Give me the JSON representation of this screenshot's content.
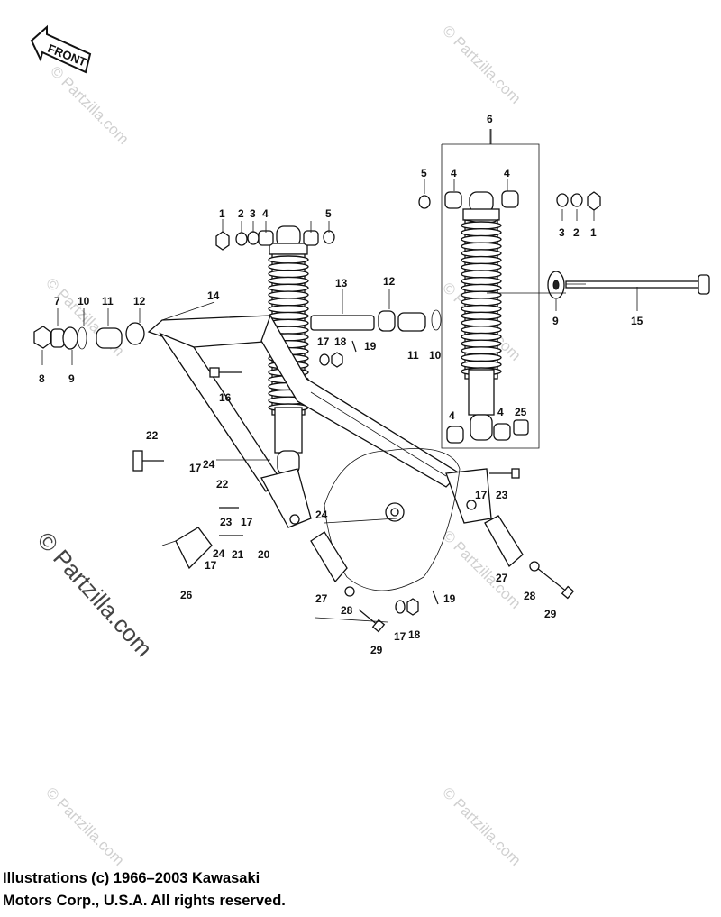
{
  "front_arrow": {
    "label": "FRONT"
  },
  "watermark": {
    "text": "© Partzilla.com"
  },
  "callouts": [
    {
      "id": "c6",
      "text": "6"
    },
    {
      "id": "c5a",
      "text": "5"
    },
    {
      "id": "c4a",
      "text": "4"
    },
    {
      "id": "c4b",
      "text": "4"
    },
    {
      "id": "c3a",
      "text": "3"
    },
    {
      "id": "c2a",
      "text": "2"
    },
    {
      "id": "c1a",
      "text": "1"
    },
    {
      "id": "c1b",
      "text": "1"
    },
    {
      "id": "c2b",
      "text": "2"
    },
    {
      "id": "c3b",
      "text": "3"
    },
    {
      "id": "c4c",
      "text": "4"
    },
    {
      "id": "c5b",
      "text": "5"
    },
    {
      "id": "c7",
      "text": "7"
    },
    {
      "id": "c10a",
      "text": "10"
    },
    {
      "id": "c11a",
      "text": "11"
    },
    {
      "id": "c12a",
      "text": "12"
    },
    {
      "id": "c14",
      "text": "14"
    },
    {
      "id": "c13",
      "text": "13"
    },
    {
      "id": "c12b",
      "text": "12"
    },
    {
      "id": "c9a",
      "text": "9"
    },
    {
      "id": "c15",
      "text": "15"
    },
    {
      "id": "c8",
      "text": "8"
    },
    {
      "id": "c9b",
      "text": "9"
    },
    {
      "id": "c17a",
      "text": "17"
    },
    {
      "id": "c18a",
      "text": "18"
    },
    {
      "id": "c19a",
      "text": "19"
    },
    {
      "id": "c11b",
      "text": "11"
    },
    {
      "id": "c10b",
      "text": "10"
    },
    {
      "id": "c16",
      "text": "16"
    },
    {
      "id": "c4d",
      "text": "4"
    },
    {
      "id": "c4e",
      "text": "4"
    },
    {
      "id": "c25",
      "text": "25"
    },
    {
      "id": "c22a",
      "text": "22"
    },
    {
      "id": "c17b",
      "text": "17"
    },
    {
      "id": "c24a",
      "text": "24"
    },
    {
      "id": "c22b",
      "text": "22"
    },
    {
      "id": "c17c",
      "text": "17"
    },
    {
      "id": "c23a",
      "text": "23"
    },
    {
      "id": "c23b",
      "text": "23"
    },
    {
      "id": "c17d",
      "text": "17"
    },
    {
      "id": "c24b",
      "text": "24"
    },
    {
      "id": "c24c",
      "text": "24"
    },
    {
      "id": "c21",
      "text": "21"
    },
    {
      "id": "c20",
      "text": "20"
    },
    {
      "id": "c17e",
      "text": "17"
    },
    {
      "id": "c27a",
      "text": "27"
    },
    {
      "id": "c27b",
      "text": "27"
    },
    {
      "id": "c26",
      "text": "26"
    },
    {
      "id": "c28a",
      "text": "28"
    },
    {
      "id": "c19b",
      "text": "19"
    },
    {
      "id": "c28b",
      "text": "28"
    },
    {
      "id": "c29a",
      "text": "29"
    },
    {
      "id": "c29b",
      "text": "29"
    },
    {
      "id": "c17f",
      "text": "17"
    },
    {
      "id": "c18b",
      "text": "18"
    }
  ],
  "copyright": {
    "line1": "Illustrations (c) 1966–2003 Kawasaki",
    "line2": "Motors Corp., U.S.A.  All rights reserved."
  }
}
